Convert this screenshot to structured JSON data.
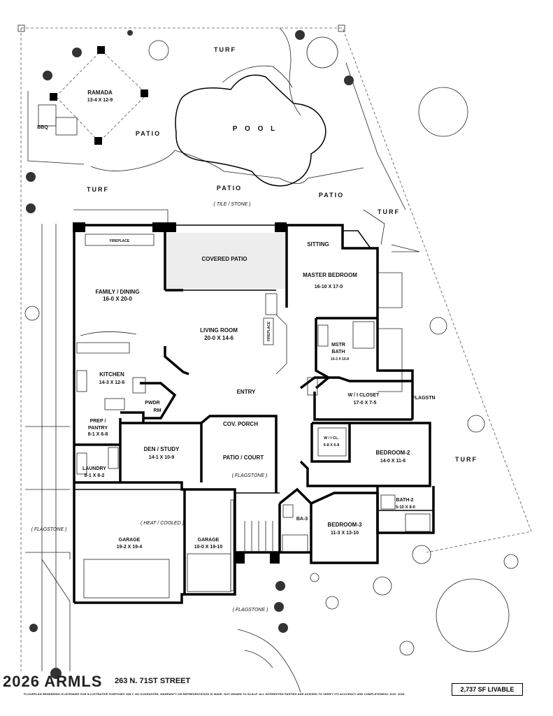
{
  "outdoor": {
    "turf_top": "TURF",
    "ramada": "RAMADA",
    "ramada_size": "13-4 X 12-9",
    "bbq": "BBQ",
    "patio_left": "PATIO",
    "pool": "P O O L",
    "turf_left": "TURF",
    "patio_center": "PATIO",
    "patio_right": "PATIO",
    "tile_stone": "( TILE / STONE )",
    "turf_right_upper": "TURF",
    "turf_right_lower": "TURF",
    "flagstone_left": "( FLAGSTONE )",
    "flagstone_court": "( FLAGSTONE )",
    "flagstone_front": "( FLAGSTONE )",
    "flagstn": "FLAGSTN"
  },
  "rooms": {
    "fireplace_family": "FIREPLACE",
    "family_dining": "FAMILY / DINING",
    "family_dining_size": "16-0  X  20-0",
    "covered_patio": "COVERED PATIO",
    "living_room": "LIVING ROOM",
    "living_room_size": "20-0  X  14-6",
    "fireplace_living": "FIREPLACE",
    "sitting": "SITTING",
    "master_bedroom": "MASTER BEDROOM",
    "master_bedroom_size": "16-10  X  17-0",
    "mstr_bath": "MSTR",
    "mstr_bath_2": "BATH",
    "mstr_bath_size": "10-3 X 10-8",
    "kitchen": "KITCHEN",
    "kitchen_size": "14-3 X 12-6",
    "pwdr": "PWDR",
    "pwdr_2": "RM",
    "entry": "ENTRY",
    "wi_closet": "W / I  CLOSET",
    "wi_closet_size": "17-0  X  7-5",
    "prep": "PREP /",
    "pantry": "PANTRY",
    "prep_size": "8-1 X 6-8",
    "cov_porch": "COV. PORCH",
    "den_study": "DEN / STUDY",
    "den_study_size": "14-1  X  10-9",
    "wi_cl": "W / I  CL.",
    "wi_cl_size": "6-8 X 6-8",
    "bedroom2": "BEDROOM-2",
    "bedroom2_size": "14-0 X 11-6",
    "patio_court": "PATIO /  COURT",
    "laundry": "LAUNDRY",
    "laundry_size": "8-1 X 8-2",
    "bath2": "BATH-2",
    "bath2_size": "5-10 X 8-0",
    "ba3": "BA-3",
    "heat_cooled": "( HEAT / COOLED )",
    "garage1": "GARAGE",
    "garage1_size": "19-2 X 19-4",
    "garage2": "GARAGE",
    "garage2_size": "10-0 X 19-10",
    "bedroom3": "BEDROOM-3",
    "bedroom3_size": "11-3 X 13-10"
  },
  "footer": {
    "watermark": "2026 ARMLS",
    "address": "263 N. 71ST STREET",
    "disclaimer": "FLOORPLAN RENDERING IS INTENDED FOR ILLUSTRATIVE PURPOSES ONLY.  NO GUARANTEE, WARRANTY OR REPRESENTATION IS MADE.  NOT DRAWN TO SCALE.  ALL INTERESTED PARTIES ARE ADVISED TO VERIFY ITS ACCURACY AND COMPLETENESS.  AUG.  2024.",
    "livable": "2,737 SF LIVABLE"
  }
}
